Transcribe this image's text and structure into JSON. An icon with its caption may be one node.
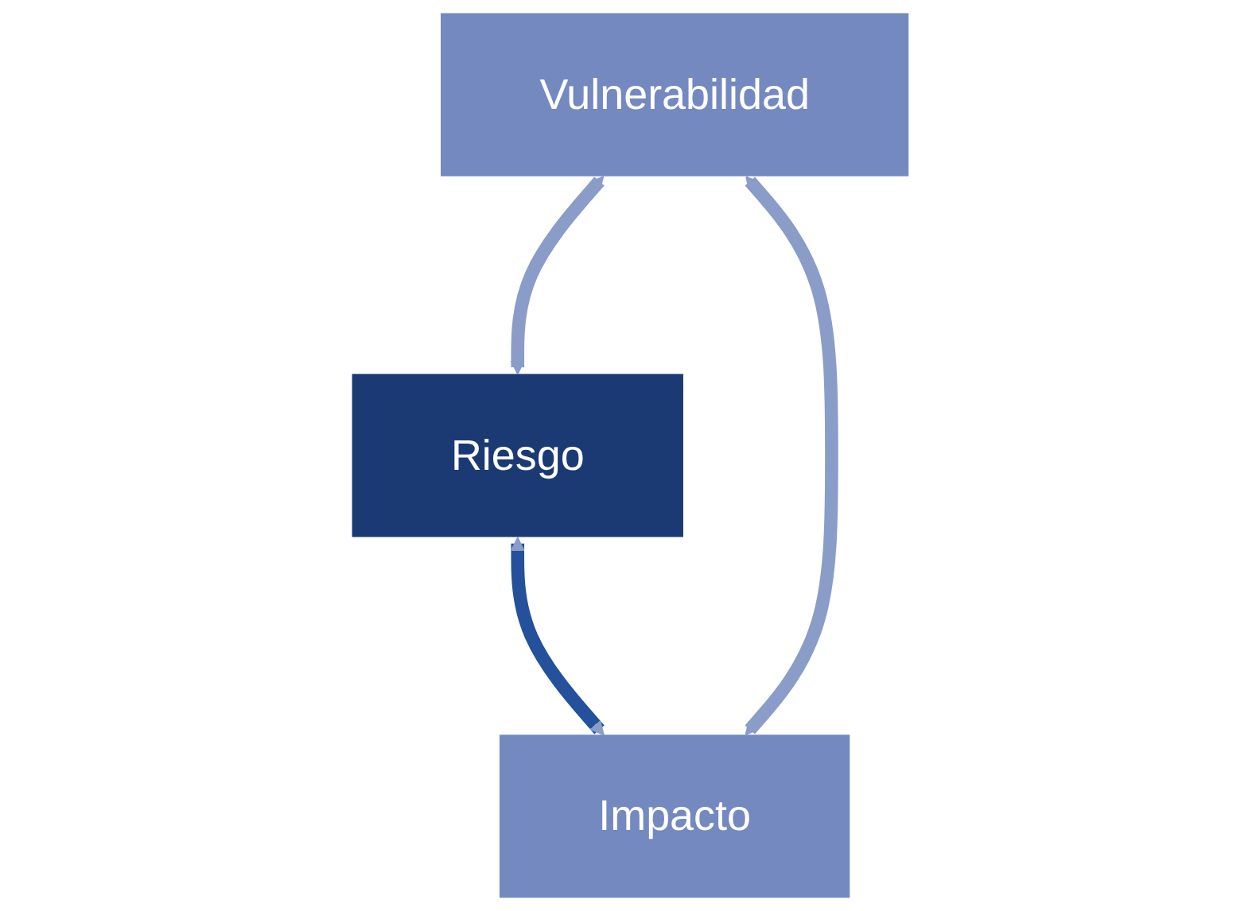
{
  "diagram": {
    "nodes": [
      {
        "text": [
          "Riesgo"
        ]
      },
      {
        "text": [
          "Vulnerabilidad"
        ]
      },
      {
        "text": [
          "Impacto"
        ]
      }
    ],
    "edges": [
      {
        "from": 1,
        "to": 0,
        "arrow": "both"
      },
      {
        "from": 0,
        "to": 2,
        "arrow": "both",
        "color": "#24509c"
      },
      {
        "from": 1,
        "to": 2,
        "arrow": "both"
      }
    ]
  }
}
